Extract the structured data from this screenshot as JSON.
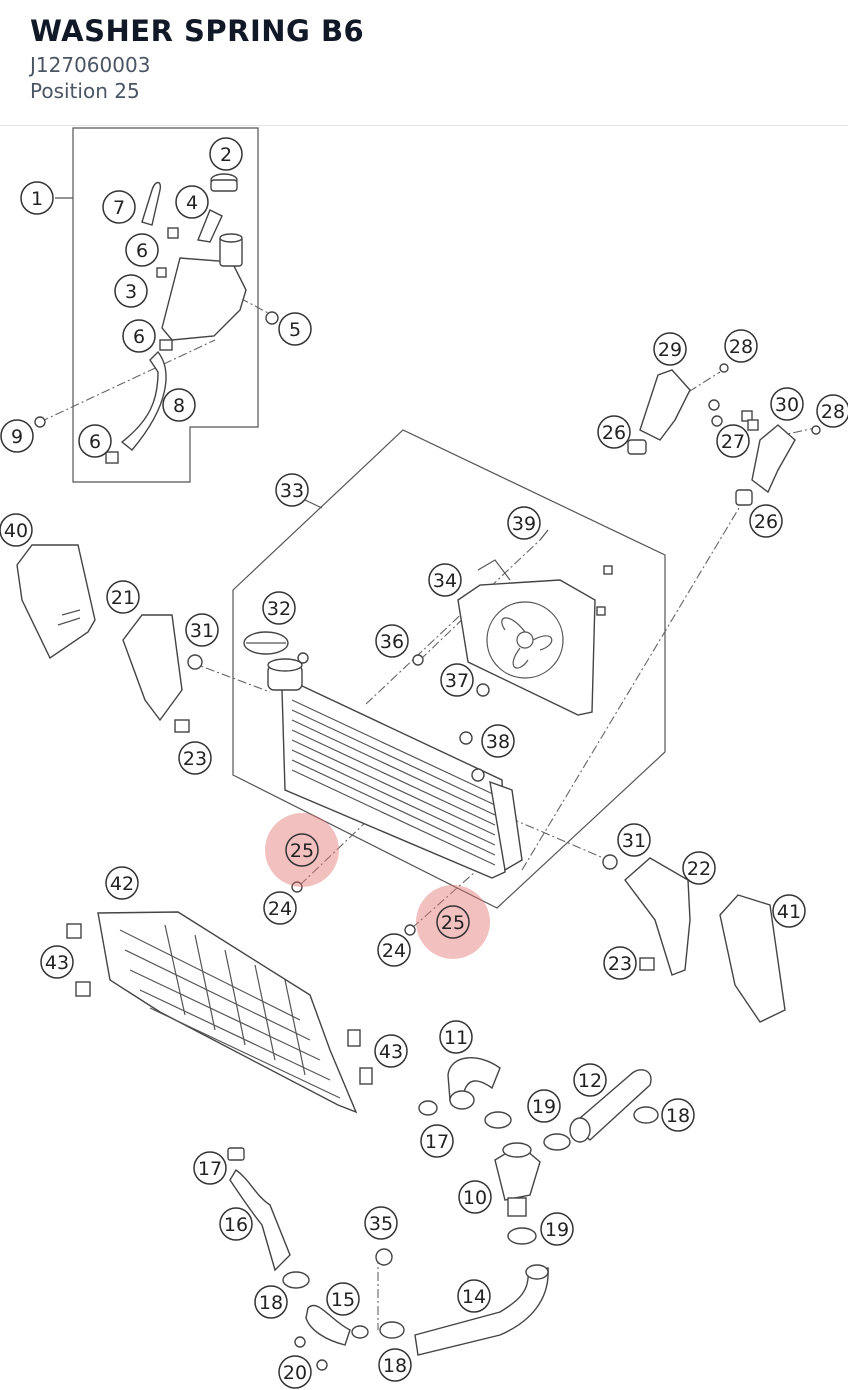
{
  "part": {
    "name": "WASHER SPRING B6",
    "number": "J127060003",
    "position": "Position 25"
  },
  "highlight_color": "#e57373",
  "callouts": [
    "1",
    "2",
    "3",
    "4",
    "5",
    "6",
    "7",
    "8",
    "9",
    "10",
    "11",
    "12",
    "14",
    "15",
    "16",
    "17",
    "18",
    "19",
    "20",
    "21",
    "22",
    "23",
    "24",
    "25",
    "26",
    "27",
    "28",
    "29",
    "30",
    "31",
    "32",
    "33",
    "34",
    "35",
    "36",
    "37",
    "38",
    "39",
    "40",
    "41",
    "42",
    "43"
  ]
}
